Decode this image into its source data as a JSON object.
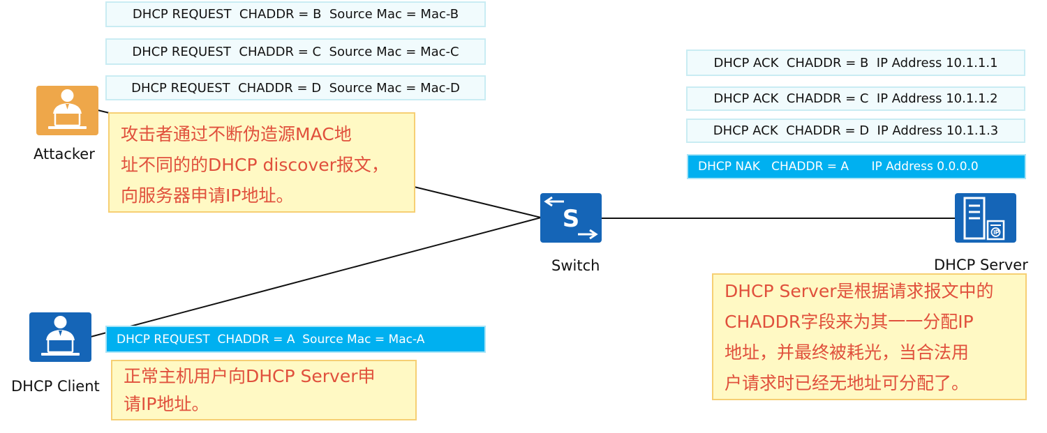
{
  "devices": {
    "attacker": {
      "label": "Attacker"
    },
    "client": {
      "label": "DHCP Client"
    },
    "switch": {
      "label": "Switch",
      "glyph": "S"
    },
    "server": {
      "label": "DHCP Server"
    }
  },
  "attacker_requests": [
    "DHCP REQUEST  CHADDR = B  Source Mac = Mac-B",
    "DHCP REQUEST  CHADDR = C  Source Mac = Mac-C",
    "DHCP REQUEST  CHADDR = D  Source Mac = Mac-D"
  ],
  "server_responses": [
    "DHCP ACK  CHADDR = B  IP Address 10.1.1.1",
    "DHCP ACK  CHADDR = C  IP Address 10.1.1.2",
    "DHCP ACK  CHADDR = D  IP Address 10.1.1.3",
    "DHCP NAK   CHADDR = A      IP Address 0.0.0.0"
  ],
  "client_request": "DHCP REQUEST  CHADDR = A  Source Mac = Mac-A",
  "notes": {
    "attacker": [
      "攻击者通过不断伪造源MAC地",
      "址不同的的DHCP discover报文，",
      "向服务器申请IP地址。"
    ],
    "client": [
      "正常主机用户向DHCP Server申",
      "请IP地址。"
    ],
    "server": [
      "DHCP Server是根据请求报文中的",
      "CHADDR字段来为其一一分配IP",
      "地址，并最终被耗光，当合法用",
      "户请求时已经无地址可分配了。"
    ]
  },
  "colors": {
    "attacker_icon": "#eea74a",
    "device_blue": "#1565b7",
    "highlight": "#00b0f0",
    "note_text": "#e0503c",
    "note_bg": "#fff9c4",
    "note_border": "#f6cf73"
  },
  "icons": {
    "attacker": "user-laptop-icon",
    "client": "user-laptop-icon",
    "switch": "switch-icon",
    "server": "server-icon"
  }
}
